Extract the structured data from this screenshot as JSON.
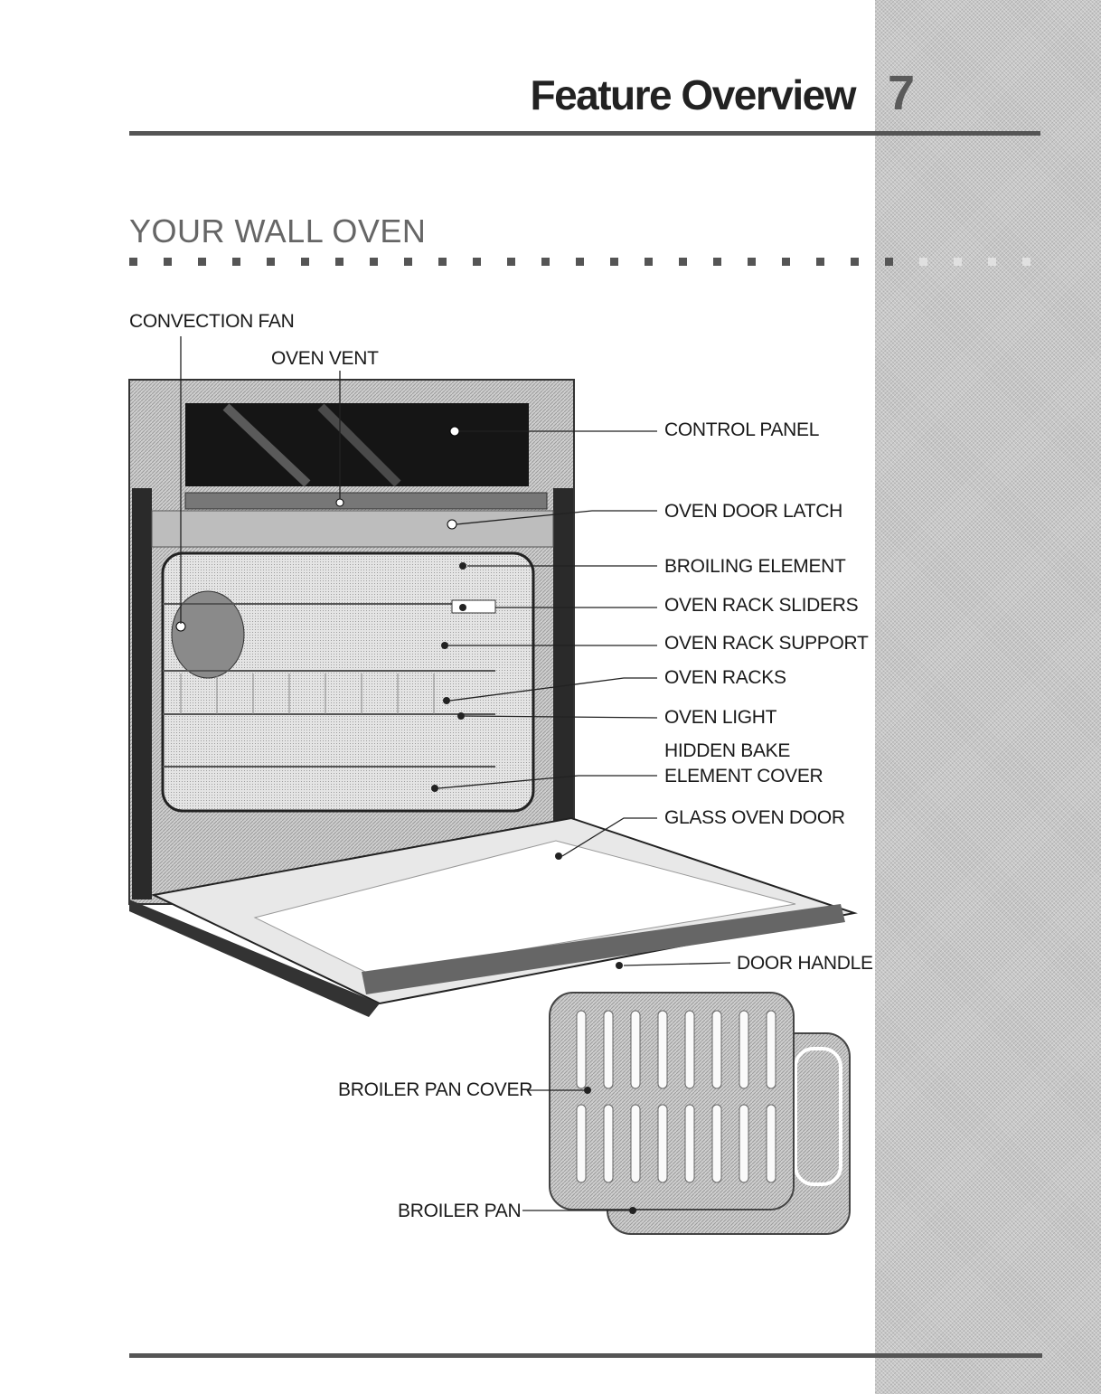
{
  "header": {
    "title": "Feature Overview",
    "page_number": "7"
  },
  "section": {
    "heading": "YOUR WALL OVEN"
  },
  "labels": {
    "convection_fan": "CONVECTION FAN",
    "oven_vent": "OVEN VENT",
    "control_panel": "CONTROL PANEL",
    "oven_door_latch": "OVEN DOOR LATCH",
    "broiling_element": "BROILING ELEMENT",
    "oven_rack_sliders": "OVEN RACK SLIDERS",
    "oven_rack_support": "OVEN RACK SUPPORT",
    "oven_racks": "OVEN RACKS",
    "oven_light": "OVEN LIGHT",
    "hidden_bake_line1": "HIDDEN BAKE",
    "hidden_bake_line2": "ELEMENT COVER",
    "glass_oven_door": "GLASS OVEN DOOR",
    "door_handle": "DOOR HANDLE",
    "broiler_pan_cover": "BROILER PAN COVER",
    "broiler_pan": "BROILER PAN"
  },
  "colors": {
    "rule": "#555555",
    "sidebar": "#c7c7c7",
    "heading_gray": "#666666"
  }
}
